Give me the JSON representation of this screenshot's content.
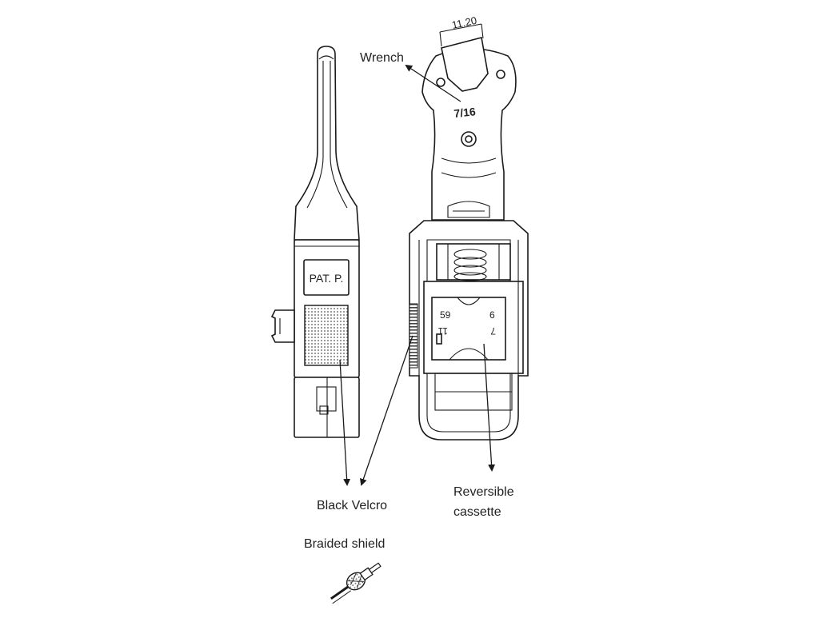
{
  "labels": {
    "wrench": "Wrench",
    "dimension": "11.20",
    "wrench_size": "7/16",
    "pat": "PAT. P.",
    "cassette_tl": "59",
    "cassette_tr": "6",
    "cassette_bl": "11",
    "cassette_br": "7",
    "black_velcro": "Black Velcro",
    "reversible_line1": "Reversible",
    "reversible_line2": "cassette",
    "braided_shield": "Braided shield"
  }
}
